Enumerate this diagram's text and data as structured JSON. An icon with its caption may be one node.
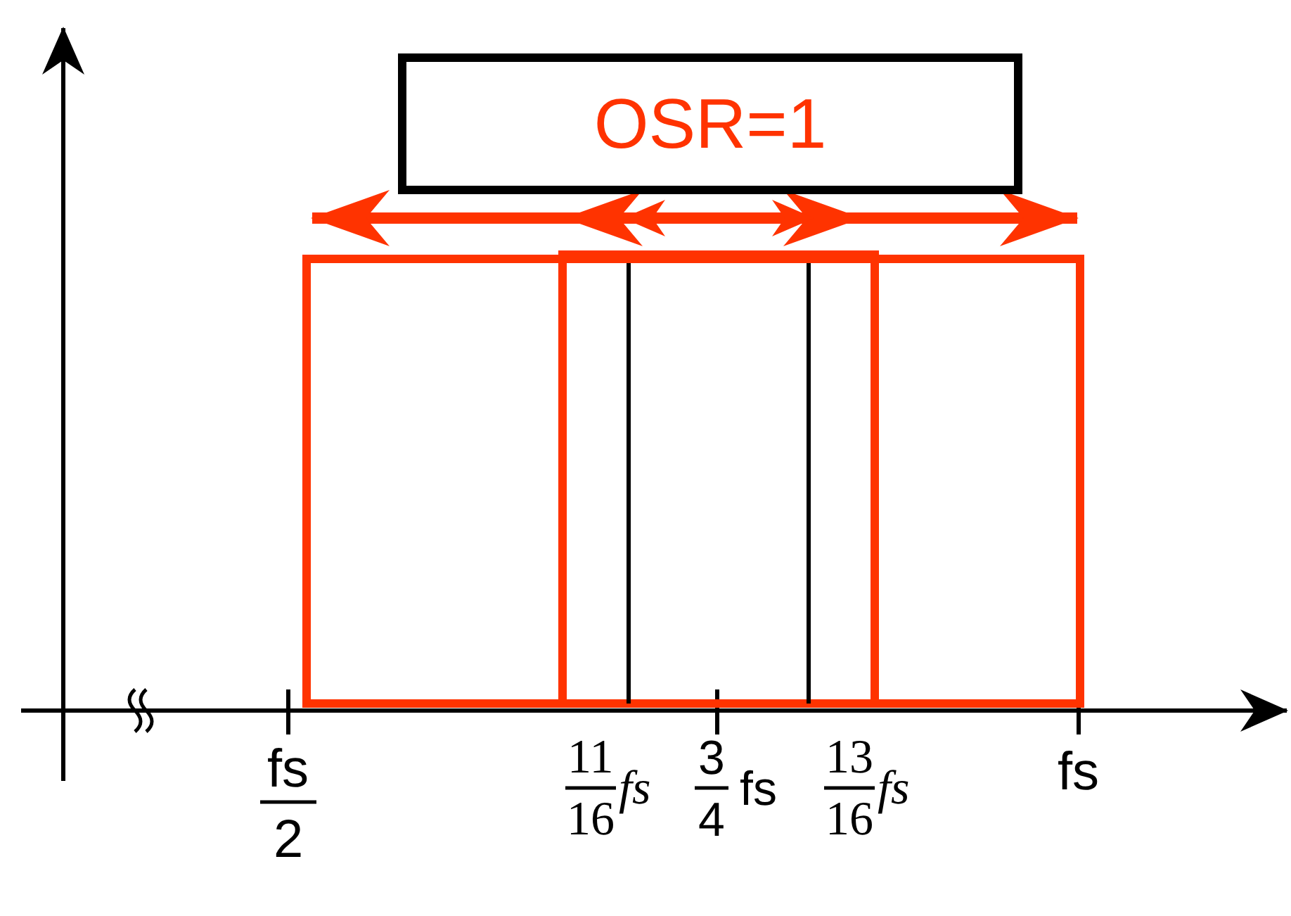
{
  "diagram": {
    "nodes": [
      {
        "text": [
          "OSR=1"
        ]
      }
    ],
    "edges": [],
    "labels": [
      "fs",
      "2",
      "11",
      "16",
      "fs",
      "3",
      "4",
      "fs",
      "13",
      "16",
      "fs",
      "fs"
    ]
  }
}
